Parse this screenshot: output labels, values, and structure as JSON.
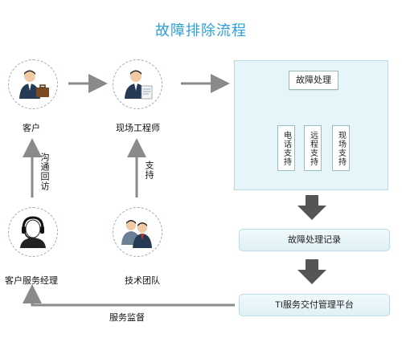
{
  "title": "故障排除流程",
  "nodes": {
    "customer": "客户",
    "field_engineer": "现场工程师",
    "cs_manager": "客户服务经理",
    "tech_team": "技术团队"
  },
  "edges": {
    "communicate_visit": "沟通回访",
    "support": "支持",
    "service_supervision": "服务监督"
  },
  "panel": {
    "fault_handling": "故障处理",
    "phone_support": "电话支持",
    "remote_support": "远程支持",
    "onsite_support": "现场支持"
  },
  "fault_record": "故障处理记录",
  "it_platform": "TI服务交付管理平台",
  "colors": {
    "accent": "#2f9fd8",
    "arrow": "#888888",
    "dark_arrow": "#555555"
  }
}
